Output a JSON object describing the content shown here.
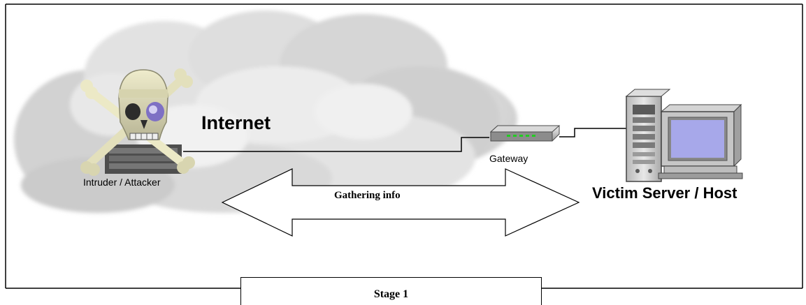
{
  "cloud": {
    "label": "Internet",
    "icon": "cloud-icon"
  },
  "attacker": {
    "label": "Intruder / Attacker",
    "icon": "skull-crossbones-icon"
  },
  "gateway": {
    "label": "Gateway",
    "icon": "router-icon",
    "led_color": "#22cc22"
  },
  "victim": {
    "label": "Victim Server / Host",
    "icon": "server-computer-icon",
    "screen_color": "#a7a8ea"
  },
  "exchange": {
    "label": "Gathering info",
    "icon": "double-headed-arrow-icon"
  },
  "caption": {
    "label": "Stage 1"
  }
}
